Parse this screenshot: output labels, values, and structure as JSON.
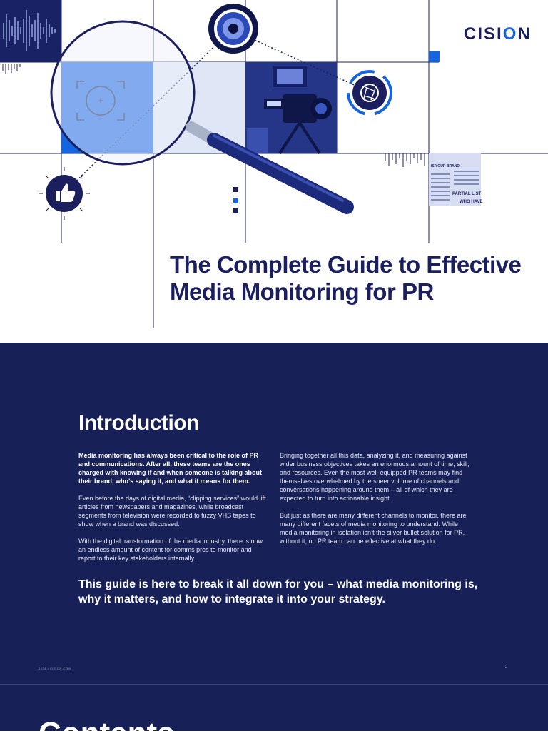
{
  "brand": {
    "logo_prefix": "CISI",
    "logo_dot": "O",
    "logo_suffix": "N"
  },
  "cover": {
    "title": "The Complete Guide to Effective Media Monitoring for PR",
    "clipping_lines": [
      "IS YOUR BRAND",
      "PARTIAL LIST",
      "WHO HAVE"
    ]
  },
  "intro": {
    "heading": "Introduction",
    "left_paragraphs": [
      "Media monitoring has always been critical to the role of PR and communications. After all, these teams are the ones charged with knowing if and when someone is talking about their brand, who’s saying it, and what it means for them.",
      "Even before the days of digital media, “clipping services” would lift articles from newspapers and magazines, while broadcast segments from television were recorded to fuzzy VHS tapes to show when a brand was discussed.",
      "With the digital transformation of the media industry, there is now an endless amount of content for comms pros to monitor and report to their key stakeholders internally."
    ],
    "right_paragraphs": [
      "Bringing together all this data, analyzing it, and measuring against wider business objectives takes an enormous amount of time, skill, and resources. Even the most well-equipped PR teams may find themselves overwhelmed by the sheer volume of channels and conversations happening around them – all of which they are expected to turn into actionable insight.",
      "But just as there are many different channels to monitor, there are many different facets of media monitoring to understand. While media monitoring in isolation isn’t the silver bullet solution for PR, without it, no PR team can be effective at what they do."
    ],
    "tagline": "This guide is here to break it all down for you – what media monitoring is, why it matters, and how to integrate it into your strategy.",
    "footer_left": "2024 • CISION.COM",
    "page_number": "2"
  },
  "next_page": {
    "heading": "Contents"
  },
  "colors": {
    "navy": "#172057",
    "blue": "#1565e0",
    "title": "#1b1f5e"
  }
}
